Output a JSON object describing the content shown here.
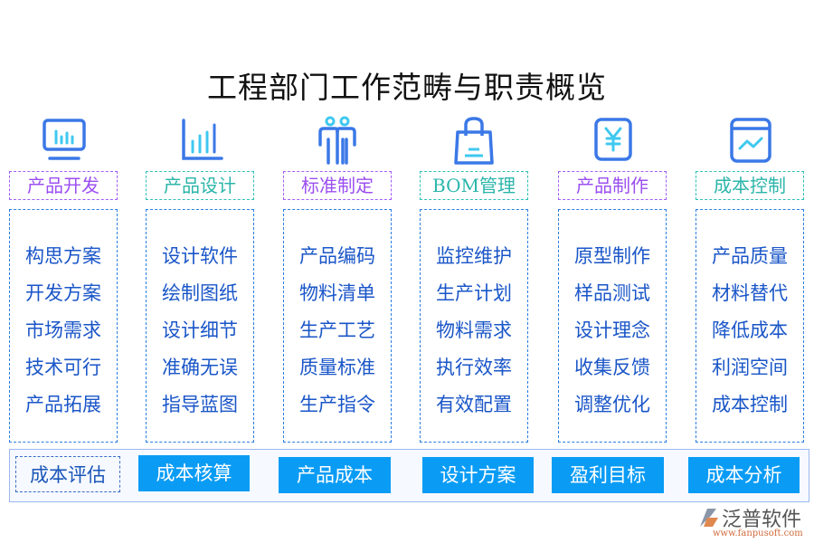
{
  "title": "工程部门工作范畴与职责概览",
  "columns": [
    {
      "label": "产品开发",
      "style": "purple",
      "icon": "monitor-chart-icon",
      "items": [
        "构思方案",
        "开发方案",
        "市场需求",
        "技术可行",
        "产品拓展"
      ]
    },
    {
      "label": "产品设计",
      "style": "teal",
      "icon": "bar-chart-icon",
      "items": [
        "设计软件",
        "绘制图纸",
        "设计细节",
        "准确无误",
        "指导蓝图"
      ]
    },
    {
      "label": "标准制定",
      "style": "purple",
      "icon": "people-icon",
      "items": [
        "产品编码",
        "物料清单",
        "生产工艺",
        "质量标准",
        "生产指令"
      ]
    },
    {
      "label": "BOM管理",
      "style": "teal",
      "icon": "shopping-bag-icon",
      "items": [
        "监控维护",
        "生产计划",
        "物料需求",
        "执行效率",
        "有效配置"
      ]
    },
    {
      "label": "产品制作",
      "style": "purple",
      "icon": "yen-icon",
      "items": [
        "原型制作",
        "样品测试",
        "设计理念",
        "收集反馈",
        "调整优化"
      ]
    },
    {
      "label": "成本控制",
      "style": "teal",
      "icon": "trend-window-icon",
      "items": [
        "产品质量",
        "材料替代",
        "降低成本",
        "利润空间",
        "成本控制"
      ]
    }
  ],
  "bottom": [
    "成本评估",
    "成本核算",
    "产品成本",
    "设计方案",
    "盈利目标",
    "成本分析"
  ],
  "logo": {
    "name": "泛普软件",
    "url": "www.fanpusoft.com"
  },
  "colors": {
    "blue": "#3b78e7",
    "cyan": "#3fc8f0",
    "purple": "#a35cf5",
    "teal": "#2ec0b5",
    "button": "#0a9cf5"
  }
}
